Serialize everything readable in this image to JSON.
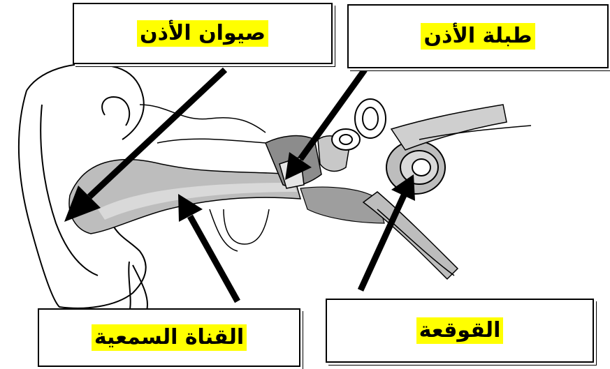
{
  "labels": {
    "pinna": "صيوان الأذن",
    "eardrum": "طبلة الأذن",
    "ear_canal": "القناة السمعية",
    "cochlea": "القوقعة"
  },
  "colors": {
    "highlight": "#ffff00",
    "ink": "#000000",
    "tissue_gray": "#b8b8b8",
    "tissue_light": "#d9d9d9"
  }
}
